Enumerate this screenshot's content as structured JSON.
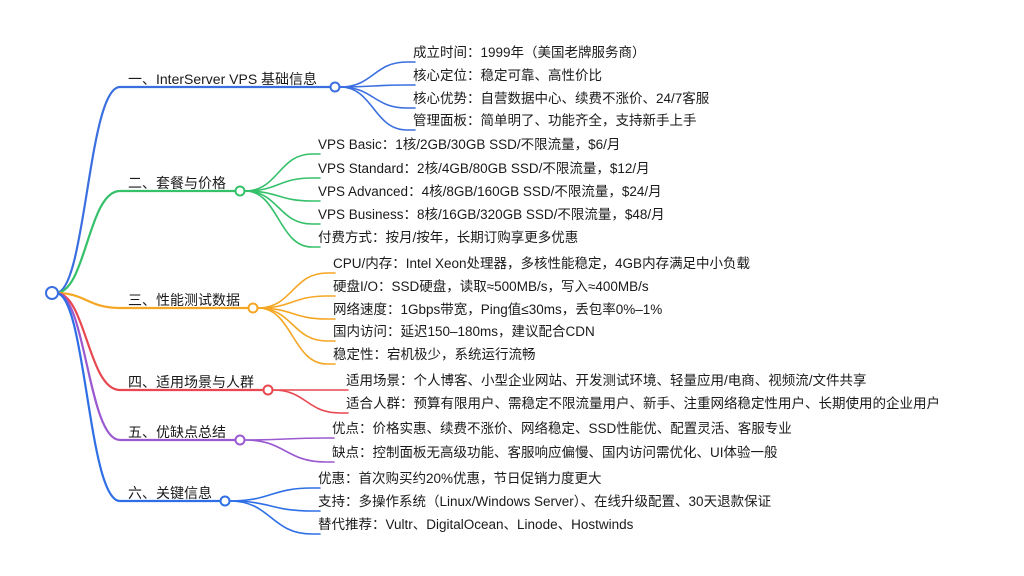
{
  "root": {
    "label": ""
  },
  "branches": [
    {
      "label": "一、InterServer VPS 基础信息",
      "color": "#3b6fe0",
      "items": [
        "成立时间：1999年（美国老牌服务商）",
        "核心定位：稳定可靠、高性价比",
        "核心优势：自营数据中心、续费不涨价、24/7客服",
        "管理面板：简单明了、功能齐全，支持新手上手"
      ]
    },
    {
      "label": "二、套餐与价格",
      "color": "#35c06a",
      "items": [
        "VPS Basic：1核/2GB/30GB SSD/不限流量，$6/月",
        "VPS Standard：2核/4GB/80GB SSD/不限流量，$12/月",
        "VPS Advanced：4核/8GB/160GB SSD/不限流量，$24/月",
        "VPS Business：8核/16GB/320GB SSD/不限流量，$48/月",
        "付费方式：按月/按年，长期订购享更多优惠"
      ]
    },
    {
      "label": "三、性能测试数据",
      "color": "#f5a623",
      "items": [
        "CPU/内存：Intel Xeon处理器，多核性能稳定，4GB内存满足中小负载",
        "硬盘I/O：SSD硬盘，读取≈500MB/s，写入≈400MB/s",
        "网络速度：1Gbps带宽，Ping值≤30ms，丢包率0%–1%",
        "国内访问：延迟150–180ms，建议配合CDN",
        "稳定性：宕机极少，系统运行流畅"
      ]
    },
    {
      "label": "四、适用场景与人群",
      "color": "#e8474f",
      "items": [
        "适用场景：个人博客、小型企业网站、开发测试环境、轻量应用/电商、视频流/文件共享",
        "适合人群：预算有限用户、需稳定不限流量用户、新手、注重网络稳定性用户、长期使用的企业用户"
      ]
    },
    {
      "label": "五、优缺点总结",
      "color": "#9b59d0",
      "items": [
        "优点：价格实惠、续费不涨价、网络稳定、SSD性能优、配置灵活、客服专业",
        "缺点：控制面板无高级功能、客服响应偏慢、国内访问需优化、UI体验一般"
      ]
    },
    {
      "label": "六、关键信息",
      "color": "#2f6fe6",
      "items": [
        "优惠：首次购买约20%优惠，节日促销力度更大",
        "支持：多操作系统（Linux/Windows Server）、在线升级配置、30天退款保证",
        "替代推荐：Vultr、DigitalOcean、Linode、Hostwinds"
      ]
    }
  ]
}
